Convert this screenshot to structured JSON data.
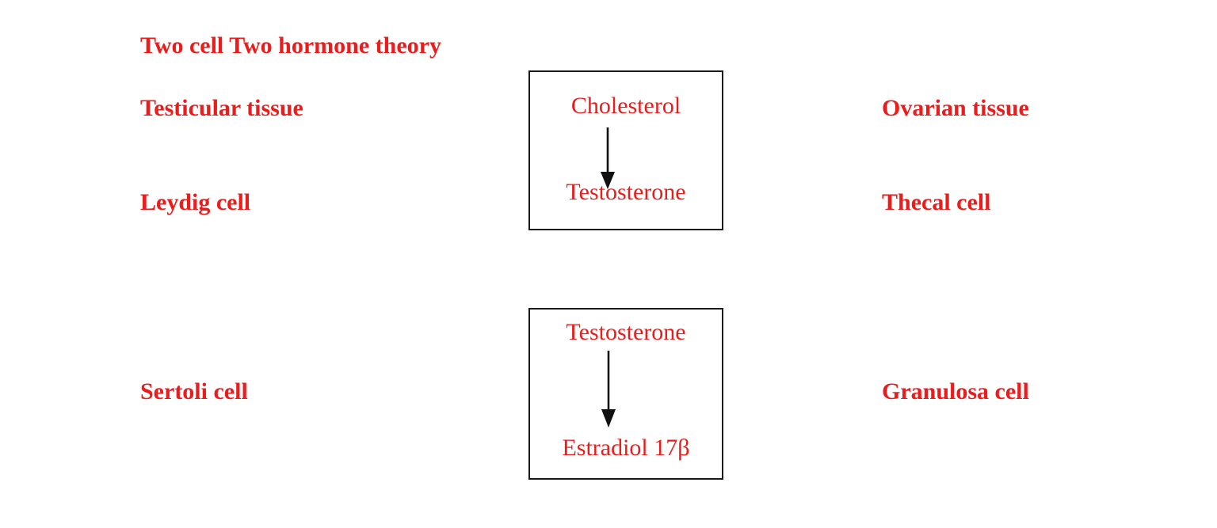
{
  "slide": {
    "title": "Two cell Two hormone theory",
    "background_color": "#ffffff",
    "text_color": "#ea1c1c",
    "line_color": "#1a1a1a"
  },
  "left_column": {
    "heading": "Testicular tissue",
    "cells": [
      {
        "label": "Leydig cell"
      },
      {
        "label": "Sertoli cell"
      }
    ]
  },
  "right_column": {
    "heading": "Ovarian tissue",
    "cells": [
      {
        "label": "Thecal cell"
      },
      {
        "label": "Granulosa cell"
      }
    ]
  },
  "pathways": [
    {
      "name": "cholesterol-to-testosterone",
      "substrate": "Cholesterol",
      "product": "Testosterone",
      "arrow": "arrow-down-icon"
    },
    {
      "name": "testosterone-to-estradiol",
      "substrate": "Testosterone",
      "product": "Estradiol 17β",
      "arrow": "arrow-down-icon"
    }
  ]
}
